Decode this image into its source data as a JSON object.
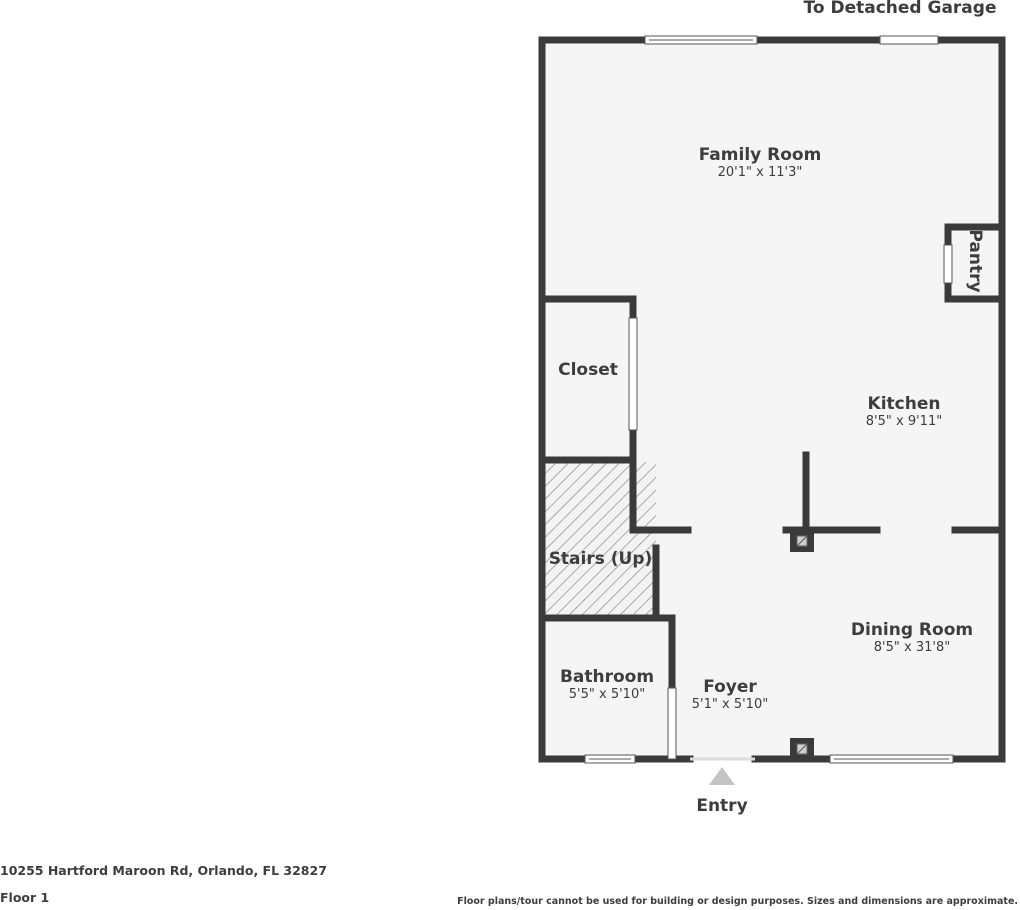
{
  "plan": {
    "top_label": "To Detached Garage",
    "entry_label": "Entry",
    "rooms": {
      "family_room": {
        "name": "Family Room",
        "dims": "20'1\" x 11'3\""
      },
      "kitchen": {
        "name": "Kitchen",
        "dims": "8'5\" x 9'11\""
      },
      "pantry": {
        "name": "Pantry"
      },
      "closet": {
        "name": "Closet"
      },
      "stairs": {
        "name": "Stairs (Up)"
      },
      "dining_room": {
        "name": "Dining Room",
        "dims": "8'5\" x 31'8\""
      },
      "bathroom": {
        "name": "Bathroom",
        "dims": "5'5\" x 5'10\""
      },
      "foyer": {
        "name": "Foyer",
        "dims": "5'1\" x 5'10\""
      }
    },
    "colors": {
      "wall": "#3a3a3a",
      "floor": "#f5f5f5",
      "window": "#ffffff"
    }
  },
  "footer": {
    "address": "10255 Hartford Maroon Rd, Orlando, FL 32827",
    "floor": "Floor 1",
    "disclaimer": "Floor plans/tour cannot be used for building or design purposes. Sizes and dimensions are approximate."
  }
}
